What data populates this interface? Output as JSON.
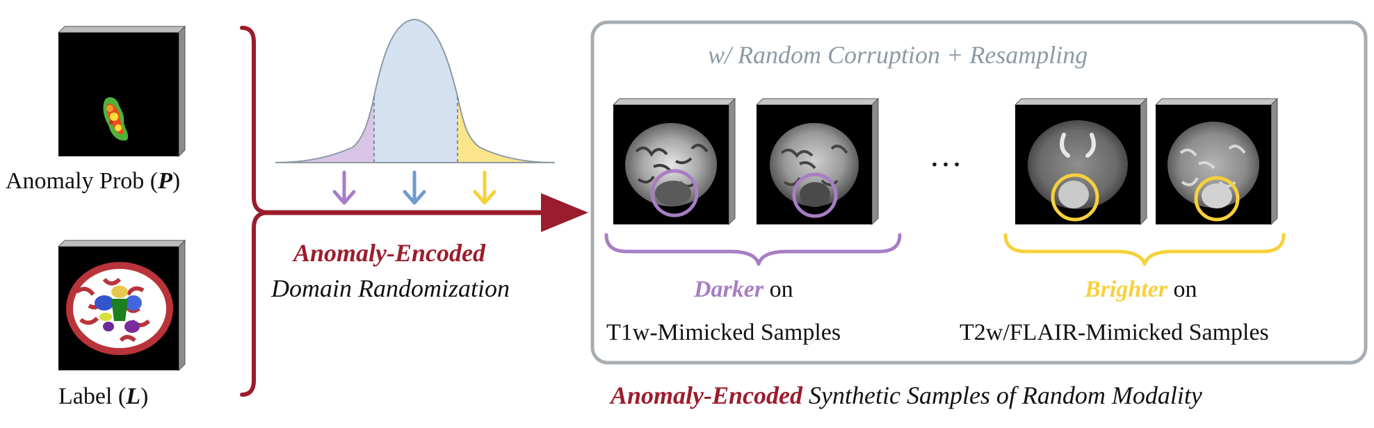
{
  "inputs": {
    "prob_label": "Anomaly Prob (",
    "prob_symbol": "P",
    "prob_close": ")",
    "label_label": "Label (",
    "label_symbol": "L",
    "label_close": ")"
  },
  "method": {
    "line1": "Anomaly-Encoded",
    "line2": "Domain Randomization"
  },
  "box": {
    "header": "w/ Random Corruption + Resampling",
    "ellipsis": "…"
  },
  "groups": {
    "t1": {
      "highlight": "Darker",
      "rest": " on",
      "line2": "T1w-Mimicked Samples"
    },
    "t2": {
      "highlight": "Brighter",
      "rest": " on",
      "line2": "T2w/FLAIR-Mimicked Samples"
    }
  },
  "bottom_caption": {
    "highlight": "Anomaly-Encoded",
    "rest": " Synthetic Samples of Random Modality"
  },
  "colors": {
    "crimson": "#9b1c2c",
    "purple": "#a77ec4",
    "purple_fill": "#d9c6e6",
    "blue": "#6f9bd0",
    "blue_fill": "#d4e1f0",
    "yellow": "#f7d13c",
    "yellow_fill": "#fbe58a",
    "box_border": "#a7adb2",
    "header_text": "#8d9aa6"
  }
}
